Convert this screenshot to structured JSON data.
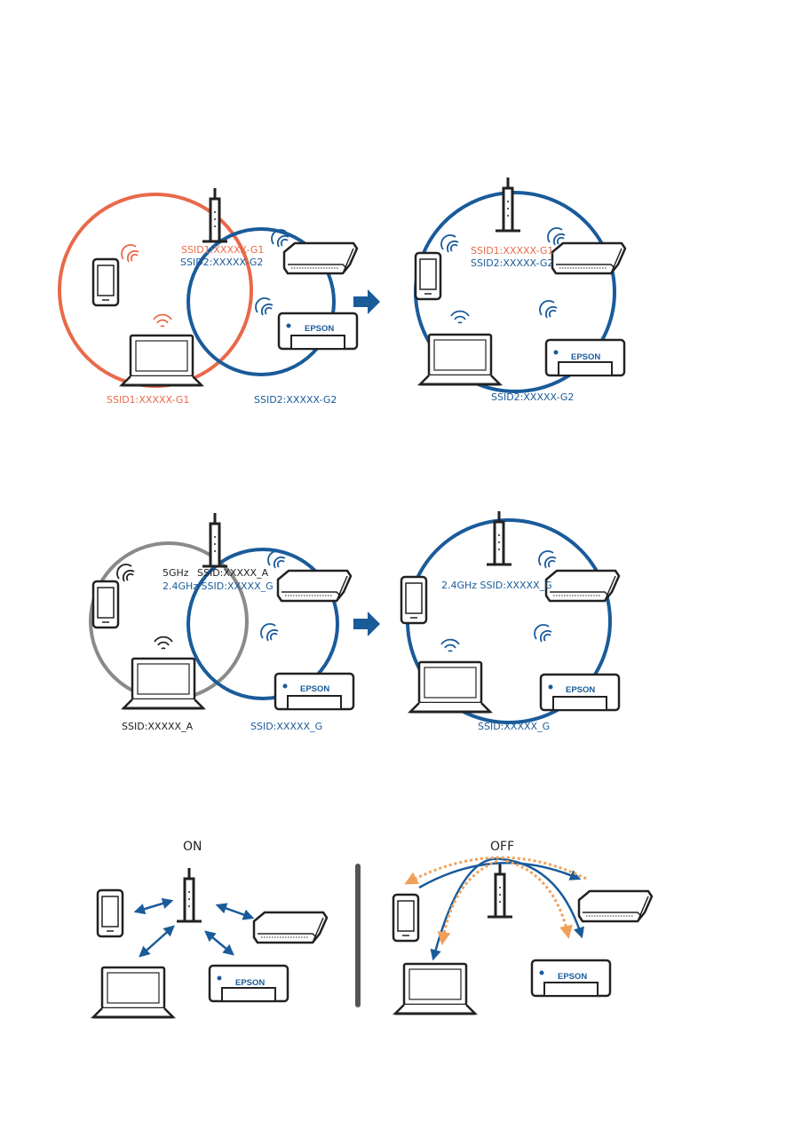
{
  "colors": {
    "orange": "#e8694a",
    "blue": "#1a5b9a",
    "gray": "#8a8a8a",
    "dark": "#222222",
    "dotted": "#f0a05a"
  },
  "icons": [
    "router-icon",
    "phone-icon",
    "laptop-icon",
    "printer-icon",
    "epson-printer-icon",
    "wifi-signal-icon",
    "arrow-right-icon"
  ],
  "diagram1": {
    "router_ssid1": "SSID1:XXXXX-G1",
    "router_ssid2": "SSID2:XXXXX-G2",
    "left_network_label": "SSID1:XXXXX-G1",
    "right_network_label": "SSID2:XXXXX-G2",
    "after_router_ssid1": "SSID1:XXXXX-G1",
    "after_router_ssid2": "SSID2:XXXXX-G2",
    "after_network_label": "SSID2:XXXXX-G2",
    "brand": "EPSON"
  },
  "diagram2": {
    "band_5ghz": "5GHz",
    "ssid_a": "SSID:XXXXX_A",
    "band_24ghz": "2.4GHz SSID:XXXXX_G",
    "left_network_label": "SSID:XXXXX_A",
    "right_network_label": "SSID:XXXXX_G",
    "after_router_label": "2.4GHz SSID:XXXXX_G",
    "after_network_label": "SSID:XXXXX_G",
    "brand": "EPSON"
  },
  "diagram3": {
    "on_label": "ON",
    "off_label": "OFF",
    "brand": "EPSON"
  }
}
